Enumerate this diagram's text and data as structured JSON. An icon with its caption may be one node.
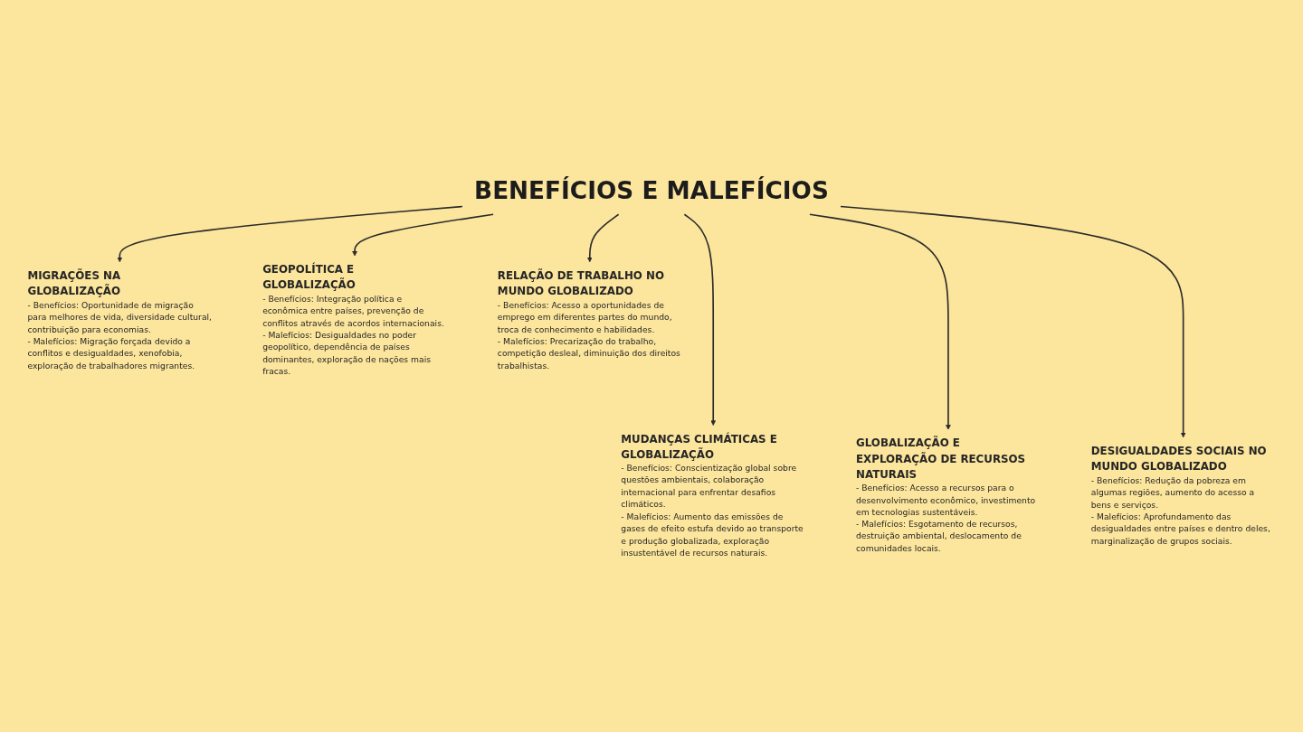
{
  "diagram": {
    "nodes": [
      {
        "text": [
          "GEOPOLÍTICA E GLOBALIZAÇÃO",
          "- Benefícios: Integração política e econômica entre países, prevenção de conflitos através de acordos internacionais.",
          "- Malefícios: Desigualdades no poder geopolítico, dependência de países dominantes, exploração de nações mais fracas."
        ]
      },
      {
        "text": [
          "MIGRAÇÕES NA GLOBALIZAÇÃO",
          "- Benefícios: Oportunidade de migração para melhores de vida, diversidade cultural, contribuição para economias.",
          "- Malefícios: Migração forçada devido a conflitos e desigualdades, xenofobia, exploração de trabalhadores migrantes."
        ]
      },
      {
        "text": [
          "RELAÇÃO DE TRABALHO NO MUNDO GLOBALIZADO",
          "- Benefícios: Acesso a oportunidades de emprego em diferentes partes do mundo, troca de conhecimento e habilidades.",
          "- Malefícios: Precarização do trabalho, competição desleal, diminuição dos direitos trabalhistas."
        ]
      },
      {
        "text": [
          "BENEFÍCIOS E MALEFÍCIOS"
        ]
      },
      {
        "text": [
          "MUDANÇAS CLIMÁTICAS E GLOBALIZAÇÃO",
          "- Benefícios: Conscientização global sobre questões ambientais, colaboração internacional para enfrentar desafios climáticos.",
          "- Malefícios: Aumento das emissões de gases de efeito estufa devido ao transporte e produção globalizada, exploração insustentável de recursos naturais."
        ]
      },
      {
        "text": [
          "GLOBALIZAÇÃO E EXPLORAÇÃO DE RECURSOS NATURAIS",
          "- Benefícios: Acesso a recursos para o desenvolvimento econômico, investimento em tecnologias sustentáveis.",
          "- Malefícios: Esgotamento de recursos, destruição ambiental, deslocamento de comunidades locais."
        ]
      },
      {
        "text": [
          "DESIGUALDADES SOCIAIS NO MUNDO GLOBALIZADO",
          "- Benefícios: Redução da pobreza em algumas regiões, aumento do acesso a bens e serviços.",
          "- Malefícios: Aprofundamento das desigualdades entre países e dentro deles, marginalização de grupos sociais."
        ]
      }
    ],
    "edges": [
      {
        "from": 3,
        "to": 0,
        "arrow": "to"
      },
      {
        "from": 3,
        "to": 1,
        "arrow": "to"
      },
      {
        "from": 3,
        "to": 2,
        "arrow": "to"
      },
      {
        "from": 3,
        "to": 4,
        "arrow": "to"
      },
      {
        "from": 3,
        "to": 5,
        "arrow": "to"
      },
      {
        "from": 3,
        "to": 6,
        "arrow": "to"
      }
    ]
  }
}
